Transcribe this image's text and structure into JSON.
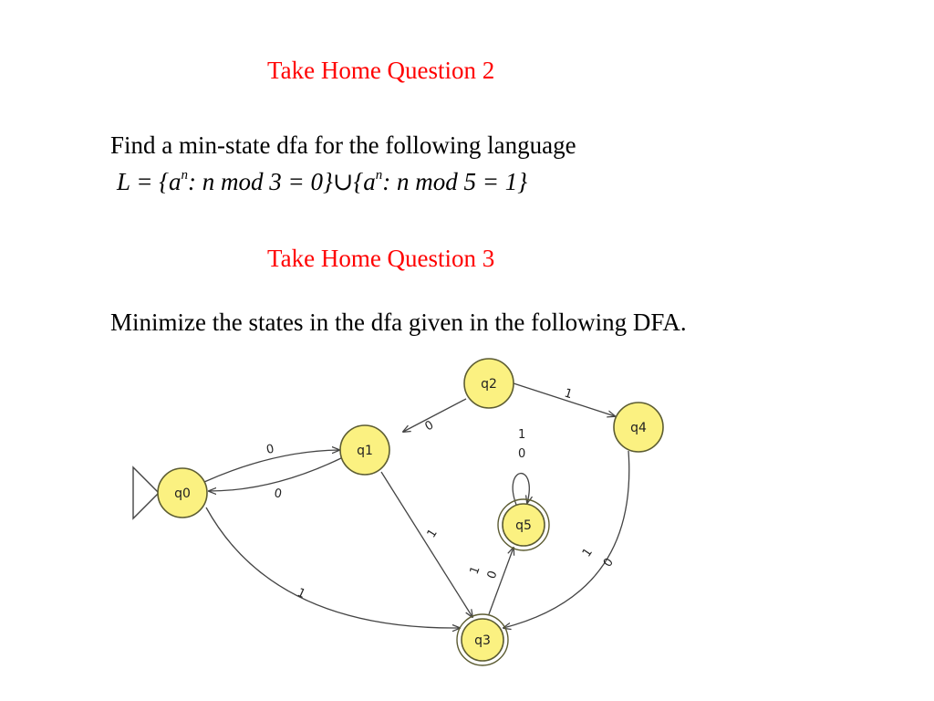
{
  "q2": {
    "title": "Take Home Question 2",
    "prompt": "Find a min-state dfa for the following language",
    "language": {
      "p1": "L = {a",
      "sup1": "n",
      "p2": ": n mod 3 = 0}",
      "union": "∪",
      "p3": "{a",
      "sup2": "n",
      "p4": ": n mod 5 = 1}"
    }
  },
  "q3": {
    "title": "Take Home Question 3",
    "prompt": "Minimize the states in the dfa given in the following DFA."
  },
  "colors": {
    "title": "#ff0000",
    "state_fill": "#fbf181"
  },
  "dfa": {
    "start_state": "q0",
    "states": [
      {
        "id": "q0",
        "label": "q0",
        "accepting": false
      },
      {
        "id": "q1",
        "label": "q1",
        "accepting": false
      },
      {
        "id": "q2",
        "label": "q2",
        "accepting": false
      },
      {
        "id": "q3",
        "label": "q3",
        "accepting": true
      },
      {
        "id": "q4",
        "label": "q4",
        "accepting": false
      },
      {
        "id": "q5",
        "label": "q5",
        "accepting": true
      }
    ],
    "transitions": [
      {
        "from": "q0",
        "to": "q1",
        "label": "0"
      },
      {
        "from": "q1",
        "to": "q0",
        "label": "0"
      },
      {
        "from": "q2",
        "to": "q1",
        "label": "0"
      },
      {
        "from": "q2",
        "to": "q4",
        "label": "1"
      },
      {
        "from": "q1",
        "to": "q3",
        "label": "1"
      },
      {
        "from": "q0",
        "to": "q3",
        "label": "1"
      },
      {
        "from": "q3",
        "to": "q5",
        "label_top": "1",
        "label_bottom": "0"
      },
      {
        "from": "q5",
        "to": "q5",
        "label_top": "1",
        "label_bottom": "0"
      },
      {
        "from": "q4",
        "to": "q3",
        "label_top": "1",
        "label_bottom": "0"
      }
    ]
  }
}
